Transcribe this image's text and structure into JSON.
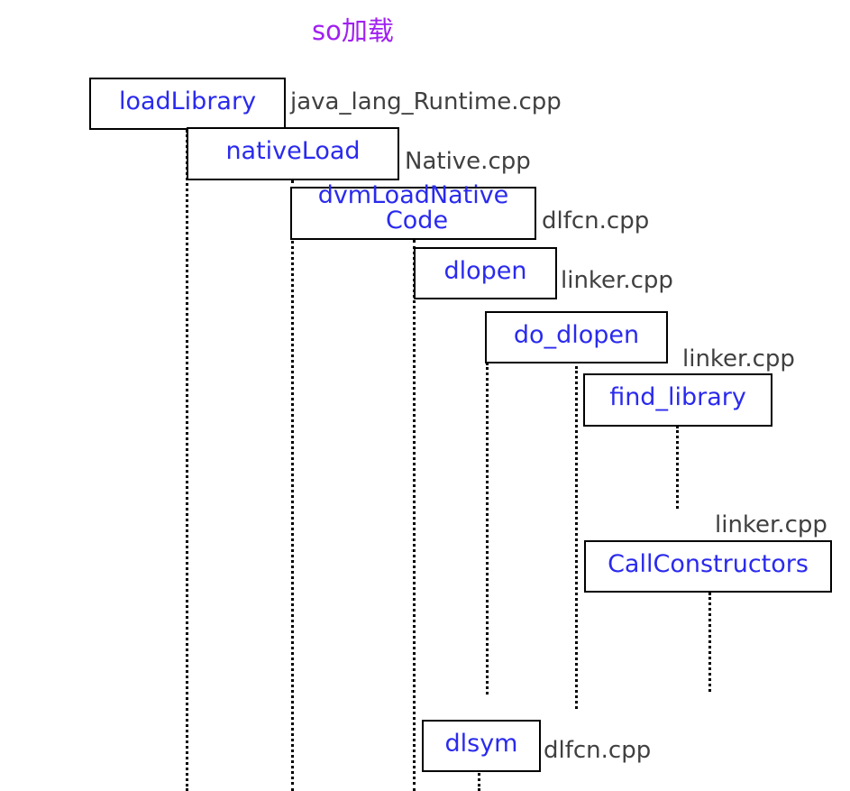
{
  "title": "so加载",
  "functions": {
    "loadLibrary": "loadLibrary",
    "nativeLoad": "nativeLoad",
    "dvmLoadNativeCode_line1": "dvmLoadNative",
    "dvmLoadNativeCode_line2": "Code",
    "dlopen": "dlopen",
    "do_dlopen": "do_dlopen",
    "find_library": "find_library",
    "CallConstructors": "CallConstructors",
    "dlsym": "dlsym"
  },
  "files": {
    "loadLibrary": "java_lang_Runtime.cpp",
    "nativeLoad": "Native.cpp",
    "dvmLoadNativeCode": "dlfcn.cpp",
    "dlopen": "linker.cpp",
    "do_dlopen": "linker.cpp",
    "CallConstructors": "linker.cpp",
    "dlsym": "dlfcn.cpp"
  },
  "colors": {
    "title": "#a020f0",
    "function_text": "#2a2aee",
    "file_text": "#404040",
    "box_border": "#000000",
    "lifeline": "#000000"
  }
}
